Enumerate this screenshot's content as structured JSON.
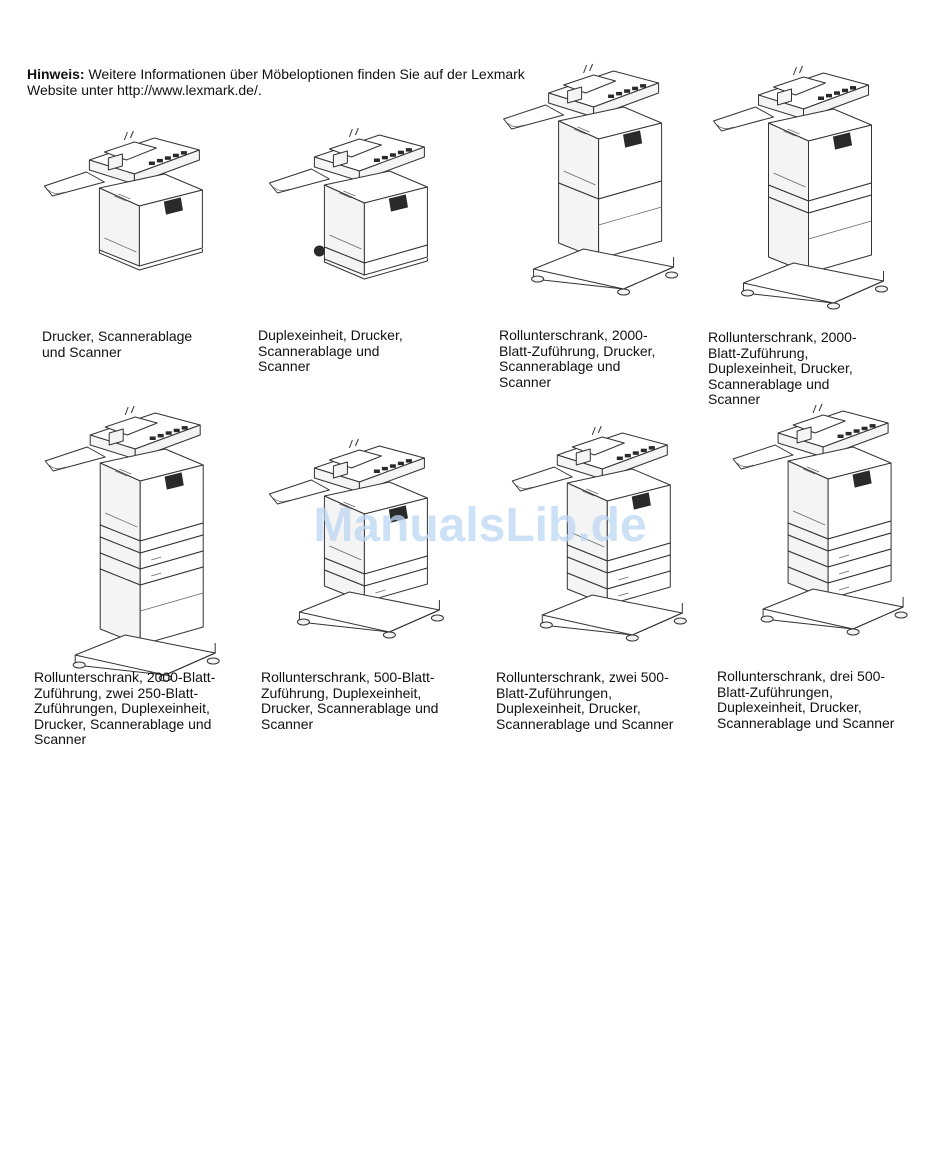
{
  "note": {
    "label": "Hinweis:",
    "text": " Weitere Informationen über Möbeloptionen finden Sie auf der Lexmark Website unter http://www.lexmark.de/."
  },
  "watermark": "ManualsLib.de",
  "configurations": [
    {
      "caption": "Drucker, Scannerablage\nund Scanner"
    },
    {
      "caption": "Duplexeinheit, Drucker,\nScannerablage und\nScanner"
    },
    {
      "caption": "Rollunterschrank, 2000-\nBlatt-Zuführung, Drucker,\nScannerablage und\nScanner"
    },
    {
      "caption": "Rollunterschrank, 2000-\nBlatt-Zuführung,\nDuplexeinheit, Drucker,\nScannerablage und\nScanner"
    },
    {
      "caption": "Rollunterschrank, 2000-Blatt-\nZuführung, zwei 250-Blatt-\nZuführungen, Duplexeinheit,\nDrucker, Scannerablage und\nScanner"
    },
    {
      "caption": "Rollunterschrank, 500-Blatt-\nZuführung, Duplexeinheit,\nDrucker, Scannerablage und\nScanner"
    },
    {
      "caption": "Rollunterschrank, zwei 500-\nBlatt-Zuführungen,\nDuplexeinheit, Drucker,\nScannerablage und Scanner"
    },
    {
      "caption": "Rollunterschrank, drei 500-\nBlatt-Zuführungen,\nDuplexeinheit, Drucker,\nScannerablage und Scanner"
    }
  ]
}
